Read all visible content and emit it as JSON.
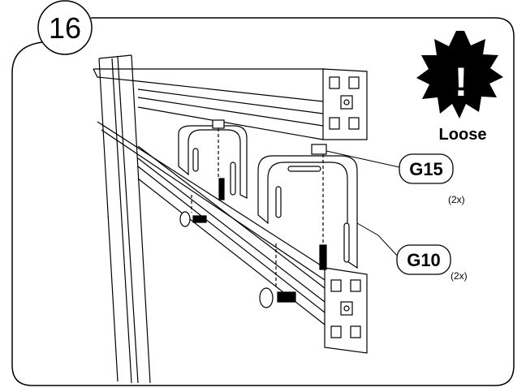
{
  "step": {
    "number": "16"
  },
  "warning": {
    "mark": "!",
    "text": "Loose"
  },
  "callouts": [
    {
      "code": "G15",
      "qty": "(2x)"
    },
    {
      "code": "G10",
      "qty": "(2x)"
    }
  ],
  "colors": {
    "line": "#000000",
    "background": "#ffffff",
    "badge": "#000000"
  }
}
